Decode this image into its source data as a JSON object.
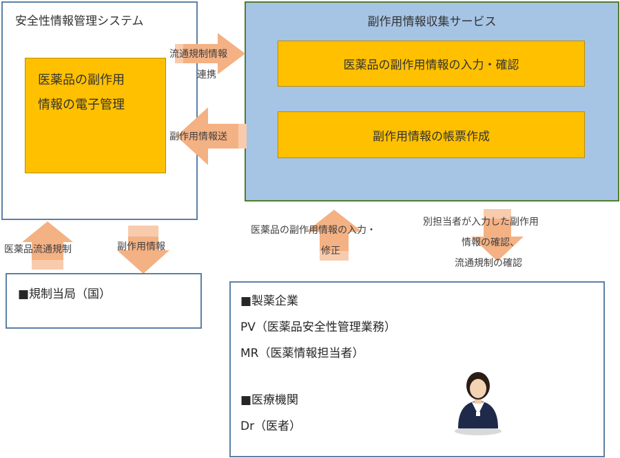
{
  "safety_system": {
    "title": "安全性情報管理システム",
    "inner_line1": "医薬品の副作用",
    "inner_line2": "情報の電子管理"
  },
  "collection_service": {
    "title": "副作用情報収集サービス",
    "item1": "医薬品の副作用情報の入力・確認",
    "item2": "副作用情報の帳票作成"
  },
  "arrows": {
    "distribution_link_line1": "流通規制情報",
    "distribution_link_line2": "連携",
    "side_effect_send": "副作用情報送",
    "drug_distribution_regulation": "医薬品流通規制",
    "side_effect_info": "副作用情報",
    "input_correction_line1": "医薬品の副作用情報の入力・",
    "input_correction_line2": "修正",
    "confirm_line1": "別担当者が入力した副作用",
    "confirm_line2": "情報の確認、",
    "confirm_line3": "流通規制の確認"
  },
  "regulator": {
    "label": "■規制当局（国）"
  },
  "parties": {
    "pharma_heading": "■製薬企業",
    "pv": "PV（医薬品安全性管理業務）",
    "mr": "MR（医薬情報担当者）",
    "medical_heading": "■医療機関",
    "dr": "Dr（医者）"
  },
  "colors": {
    "orange_box": "#ffc000",
    "blue_box": "#a6c4e4",
    "arrow_fill": "#f4b183"
  }
}
